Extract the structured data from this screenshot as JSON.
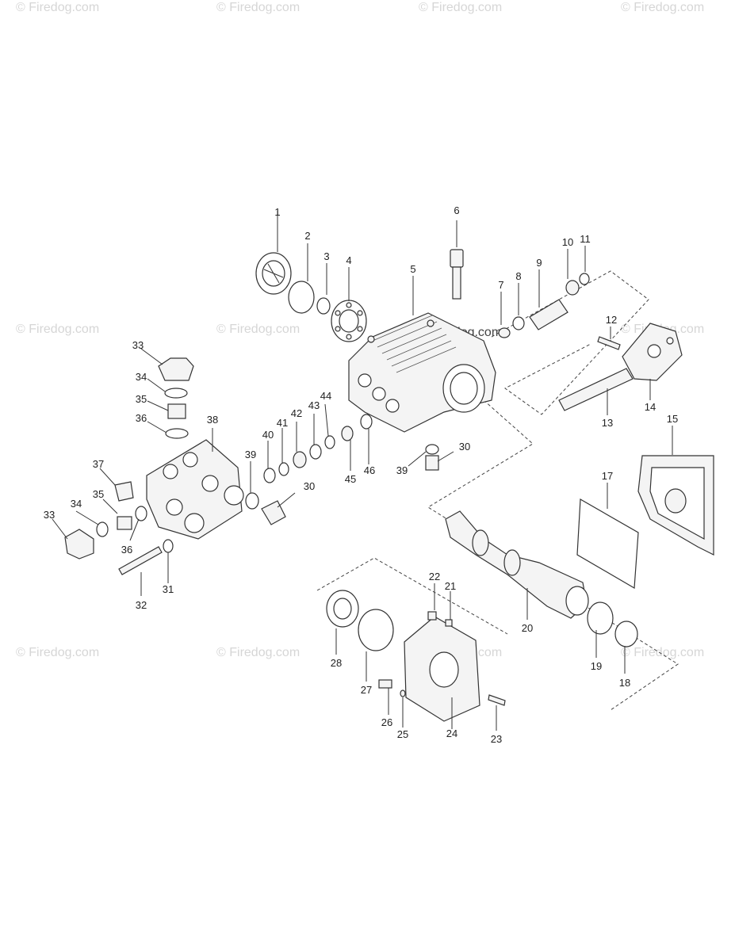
{
  "watermarks": {
    "top_left": "© Firedog.com",
    "top_center_left": "© Firedog.com",
    "top_center_right": "© Firedog.com",
    "top_right": "© Firedog.com",
    "mid_left": "© Firedog.com",
    "mid_center": "© Firedog.com",
    "mid_center_dark": "© Firedog.com",
    "mid_right": "© Firedog.com",
    "low_left": "© Firedog.com",
    "low_center": "© Firedog.com",
    "low_center_right": "© Firedog.com",
    "low_right": "© Firedog.com"
  },
  "callouts": {
    "c1": "1",
    "c2": "2",
    "c3": "3",
    "c4": "4",
    "c5": "5",
    "c6": "6",
    "c7": "7",
    "c8": "8",
    "c9": "9",
    "c10": "10",
    "c11": "11",
    "c12": "12",
    "c13": "13",
    "c14": "14",
    "c15": "15",
    "c17": "17",
    "c18": "18",
    "c19": "19",
    "c20": "20",
    "c21": "21",
    "c22": "22",
    "c23": "23",
    "c24": "24",
    "c25": "25",
    "c26": "26",
    "c27": "27",
    "c28": "28",
    "c30a": "30",
    "c30b": "30",
    "c31": "31",
    "c32": "32",
    "c33a": "33",
    "c33b": "33",
    "c34a": "34",
    "c34b": "34",
    "c35a": "35",
    "c35b": "35",
    "c36a": "36",
    "c36b": "36",
    "c37": "37",
    "c38": "38",
    "c39a": "39",
    "c39b": "39",
    "c40": "40",
    "c41": "41",
    "c42": "42",
    "c43": "43",
    "c44": "44",
    "c45": "45",
    "c46": "46"
  }
}
